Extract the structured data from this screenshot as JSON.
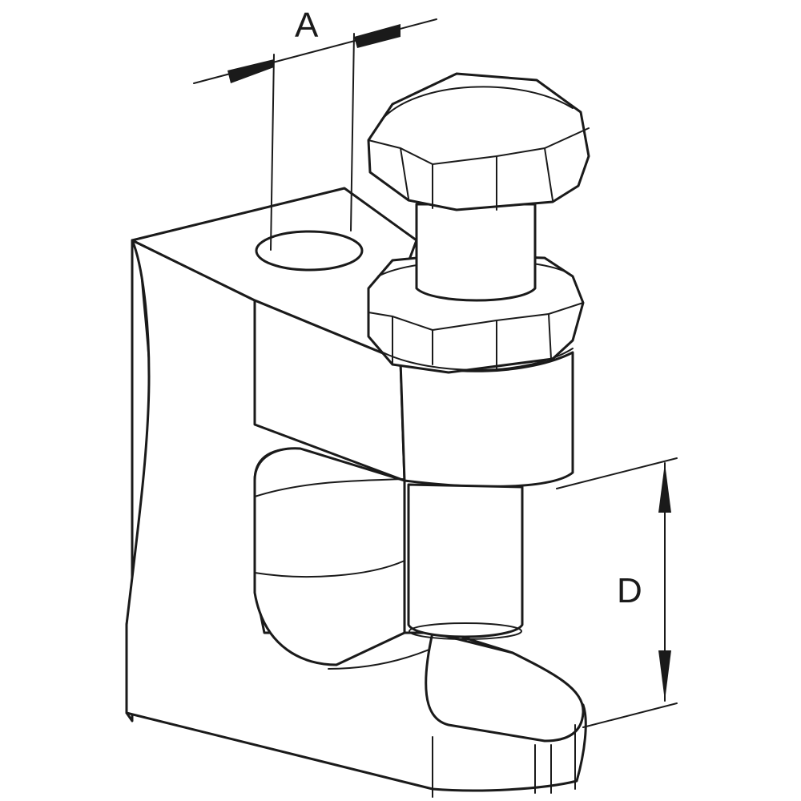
{
  "drawing": {
    "subject": "beam-clamp-with-bolt",
    "dimensions": [
      {
        "id": "A",
        "label": "A"
      },
      {
        "id": "D",
        "label": "D"
      }
    ]
  }
}
